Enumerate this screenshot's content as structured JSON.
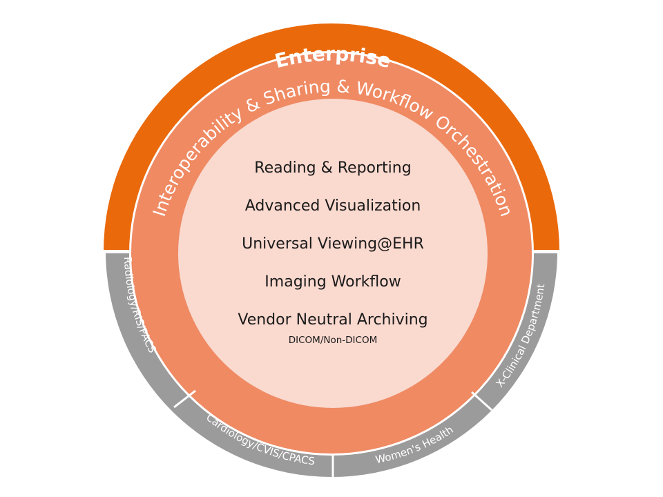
{
  "diagram": {
    "colors": {
      "enterprise_ring": "#EA690B",
      "department_ring": "#9B9B9B",
      "interop_ring": "#EF8A63",
      "core_disc": "#FAD9CF",
      "divider": "#FFFFFF",
      "core_text": "#1A1A1A",
      "ring_text": "#FFFFFF"
    },
    "outer_ring_top_label": "Enterprise",
    "middle_ring_label": "Interoperability & Sharing & Workflow Orchestration",
    "departments": [
      {
        "label": "Radiology/RIS/PACS"
      },
      {
        "label": "Cardiology/CVIS/CPACS"
      },
      {
        "label": "Women's Health"
      },
      {
        "label": "X-Clinical Department"
      }
    ],
    "core_items": [
      {
        "label": "Reading & Reporting"
      },
      {
        "label": "Advanced Visualization"
      },
      {
        "label": "Universal Viewing@EHR"
      },
      {
        "label": "Imaging Workflow"
      },
      {
        "label": "Vendor Neutral Archiving"
      }
    ],
    "core_sub_label": "DICOM/Non-DICOM"
  }
}
